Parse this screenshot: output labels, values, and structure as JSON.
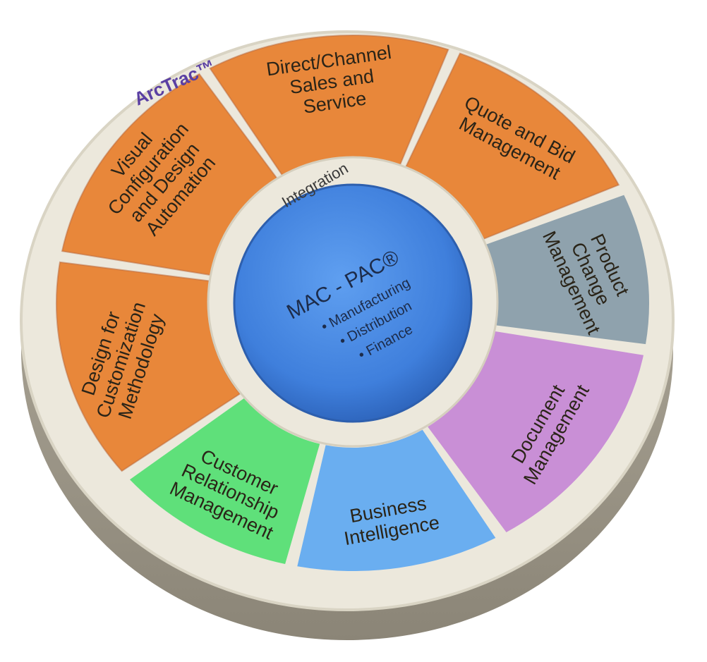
{
  "brand": {
    "name": "ArcTrac™"
  },
  "center": {
    "title": "MAC - PAC®",
    "items": [
      "• Manufacturing",
      "• Distribution",
      "• Finance"
    ]
  },
  "integration_label": "Integration",
  "segments": [
    {
      "id": "design-for-customization",
      "lines": [
        "Design for",
        "Customization",
        "Methodology"
      ],
      "color": "#e8873a"
    },
    {
      "id": "visual-configuration",
      "lines": [
        "Visual",
        "Configuration",
        "and Design",
        "Automation"
      ],
      "color": "#e8873a"
    },
    {
      "id": "direct-channel-sales",
      "lines": [
        "Direct/Channel",
        "Sales and",
        "Service"
      ],
      "color": "#e8873a"
    },
    {
      "id": "quote-and-bid",
      "lines": [
        "Quote and Bid",
        "Management"
      ],
      "color": "#e8873a"
    },
    {
      "id": "product-change",
      "lines": [
        "Product",
        "Change",
        "Management"
      ],
      "color": "#8fa2ad"
    },
    {
      "id": "document-management",
      "lines": [
        "Document",
        "Management"
      ],
      "color": "#c98fd6"
    },
    {
      "id": "business-intelligence",
      "lines": [
        "Business",
        "Intelligence"
      ],
      "color": "#6aaef0"
    },
    {
      "id": "customer-relationship",
      "lines": [
        "Customer",
        "Relationship",
        "Management"
      ],
      "color": "#5fe07a"
    }
  ],
  "colors": {
    "orange": "#e8873a",
    "gray_blue": "#8fa2ad",
    "purple": "#c98fd6",
    "sky_blue": "#6aaef0",
    "green": "#5fe07a",
    "center_blue": "#3f7fdc",
    "cream": "#ece8dc"
  }
}
